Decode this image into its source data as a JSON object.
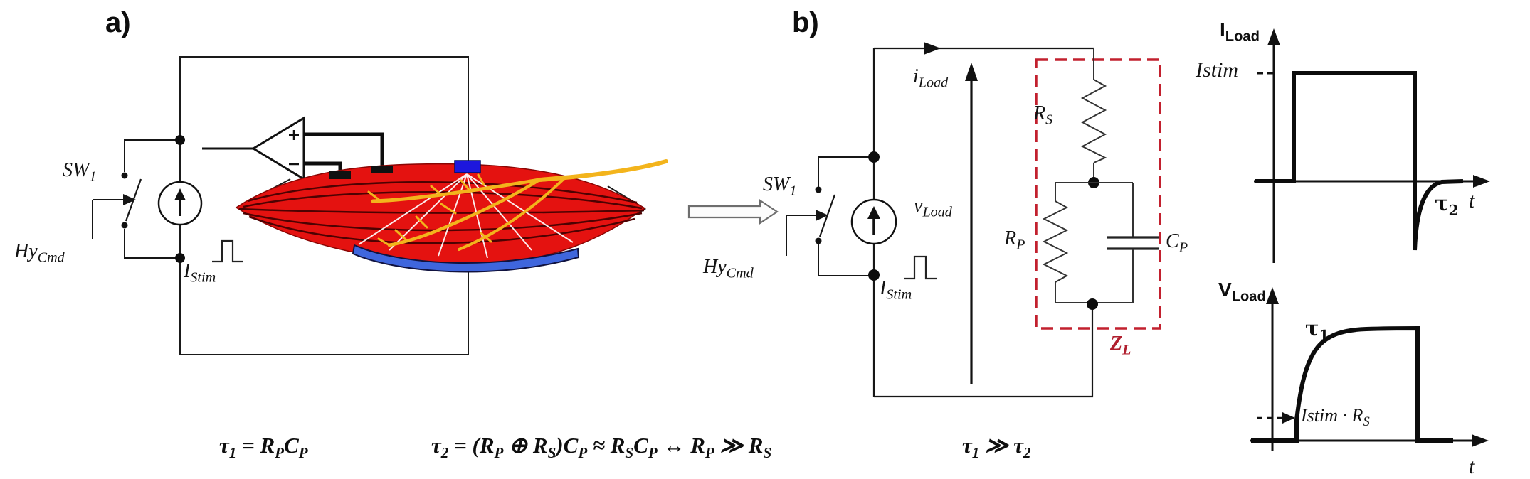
{
  "figure": {
    "panel_a": {
      "label": "a)",
      "sw1": {
        "base": "SW",
        "sub": "1"
      },
      "hycmd": {
        "base": "Hy",
        "sub": "Cmd"
      },
      "istim": {
        "base": "I",
        "sub": "Stim"
      },
      "description": "Current stimulator with switch SW1 driven by HyCmd injecting pulse IStim into a muscle through electrodes; differential amplifier senses muscle surface"
    },
    "panel_b": {
      "label": "b)",
      "sw1": {
        "base": "SW",
        "sub": "1"
      },
      "hycmd": {
        "base": "Hy",
        "sub": "Cmd"
      },
      "istim": {
        "base": "I",
        "sub": "Stim"
      },
      "iload": {
        "base": "i",
        "sub": "Load"
      },
      "vload": {
        "base": "v",
        "sub": "Load"
      },
      "rs": {
        "base": "R",
        "sub": "S"
      },
      "rp": {
        "base": "R",
        "sub": "P"
      },
      "cp": {
        "base": "C",
        "sub": "P"
      },
      "zl": {
        "base": "Z",
        "sub": "L"
      },
      "description": "Equivalent electrical load ZL: RS in series with parallel RP-CP inside dashed box, driven by pulsed current source"
    },
    "plot_iload": {
      "ylabel": {
        "base": "I",
        "sub": "Load"
      },
      "level_label": "Istim",
      "tau": {
        "base": "τ",
        "sub": "2"
      },
      "xlabel": "t",
      "shape": "rectangular current pulse at amplitude Istim; sharp negative exponential spike with time constant τ2 after pulse end"
    },
    "plot_vload": {
      "ylabel": {
        "base": "V",
        "sub": "Load"
      },
      "step_label": {
        "base": "Istim · R",
        "sub": "S"
      },
      "tau": {
        "base": "τ",
        "sub": "1"
      },
      "xlabel": "t",
      "shape": "initial step to Istim·RS then exponential rise with time constant τ1 to plateau; sharp fall to zero at pulse end"
    },
    "formulas": {
      "f1": [
        [
          "τ",
          "1"
        ],
        [
          " = ",
          ""
        ],
        [
          "R",
          "P"
        ],
        [
          "C",
          "P"
        ]
      ],
      "f2": [
        [
          "τ",
          "2"
        ],
        [
          " = (",
          ""
        ],
        [
          "R",
          "P"
        ],
        [
          " ⊕ ",
          ""
        ],
        [
          "R",
          "S"
        ],
        [
          ")",
          ""
        ],
        [
          "C",
          "P"
        ],
        [
          " ≈ ",
          ""
        ],
        [
          "R",
          "S"
        ],
        [
          "C",
          "P"
        ],
        [
          "  ↔  ",
          ""
        ],
        [
          "R",
          "P"
        ],
        [
          " ≫ ",
          ""
        ],
        [
          "R",
          "S"
        ]
      ],
      "f3": [
        [
          "τ",
          "1"
        ],
        [
          " ≫ ",
          ""
        ],
        [
          "τ",
          "2"
        ]
      ]
    },
    "colors": {
      "muscle_red": "#e41210",
      "fiber_dark": "#4d0202",
      "electrode_blue": "#1d17dd",
      "band_blue": "#3f66dd",
      "nerve_yellow": "#f3b41c",
      "impedance_box_red": "#c2202e",
      "zl_red": "#b01f2e",
      "wire_black": "#161616"
    }
  }
}
